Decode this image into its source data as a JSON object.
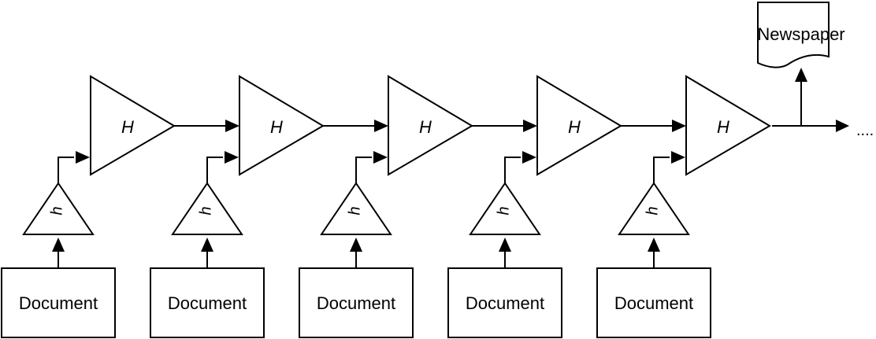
{
  "document_label": "Document",
  "big_triangle_label": "H",
  "small_triangle_label": "h",
  "output_label": "Newspaper",
  "continuation": "....",
  "stages": [
    {
      "document": "Document",
      "h": "h",
      "H": "H"
    },
    {
      "document": "Document",
      "h": "h",
      "H": "H"
    },
    {
      "document": "Document",
      "h": "h",
      "H": "H"
    },
    {
      "document": "Document",
      "h": "h",
      "H": "H"
    },
    {
      "document": "Document",
      "h": "h",
      "H": "H"
    }
  ]
}
